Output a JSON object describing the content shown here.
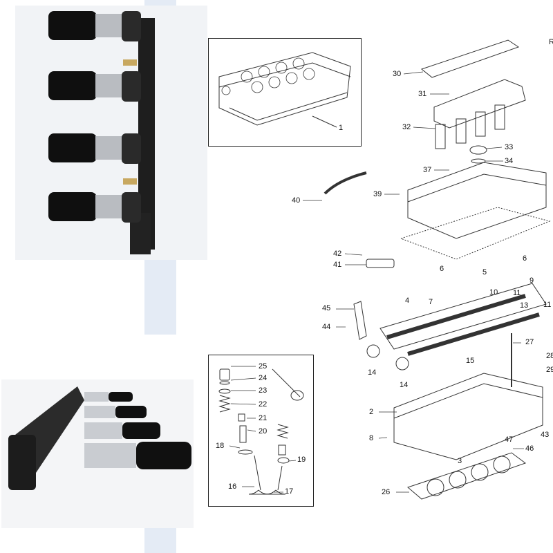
{
  "corner_text": "R",
  "callouts": [
    {
      "id": "c30",
      "text": "30"
    },
    {
      "id": "c31",
      "text": "31"
    },
    {
      "id": "c32",
      "text": "32"
    },
    {
      "id": "c33",
      "text": "33"
    },
    {
      "id": "c34",
      "text": "34"
    },
    {
      "id": "c37",
      "text": "37"
    },
    {
      "id": "c39",
      "text": "39"
    },
    {
      "id": "c40",
      "text": "40"
    },
    {
      "id": "c42",
      "text": "42"
    },
    {
      "id": "c41",
      "text": "41"
    },
    {
      "id": "c6a",
      "text": "6"
    },
    {
      "id": "c5",
      "text": "5"
    },
    {
      "id": "c6b",
      "text": "6"
    },
    {
      "id": "c9",
      "text": "9"
    },
    {
      "id": "c10",
      "text": "10"
    },
    {
      "id": "c11a",
      "text": "11"
    },
    {
      "id": "c4",
      "text": "4"
    },
    {
      "id": "c7",
      "text": "7"
    },
    {
      "id": "c13",
      "text": "13"
    },
    {
      "id": "c11b",
      "text": "11"
    },
    {
      "id": "c45",
      "text": "45"
    },
    {
      "id": "c44",
      "text": "44"
    },
    {
      "id": "c27",
      "text": "27"
    },
    {
      "id": "c28",
      "text": "28"
    },
    {
      "id": "c15",
      "text": "15"
    },
    {
      "id": "c29",
      "text": "29"
    },
    {
      "id": "c14a",
      "text": "14"
    },
    {
      "id": "c14b",
      "text": "14"
    },
    {
      "id": "c2",
      "text": "2"
    },
    {
      "id": "c43",
      "text": "43"
    },
    {
      "id": "c8",
      "text": "8"
    },
    {
      "id": "c47",
      "text": "47"
    },
    {
      "id": "c46",
      "text": "46"
    },
    {
      "id": "c3",
      "text": "3"
    },
    {
      "id": "c26",
      "text": "26"
    },
    {
      "id": "c1",
      "text": "1"
    },
    {
      "id": "c25",
      "text": "25"
    },
    {
      "id": "c24",
      "text": "24"
    },
    {
      "id": "c23",
      "text": "23"
    },
    {
      "id": "c22",
      "text": "22"
    },
    {
      "id": "c21",
      "text": "21"
    },
    {
      "id": "c20",
      "text": "20"
    },
    {
      "id": "c18",
      "text": "18"
    },
    {
      "id": "c19",
      "text": "19"
    },
    {
      "id": "c16",
      "text": "16"
    },
    {
      "id": "c17",
      "text": "17"
    }
  ]
}
